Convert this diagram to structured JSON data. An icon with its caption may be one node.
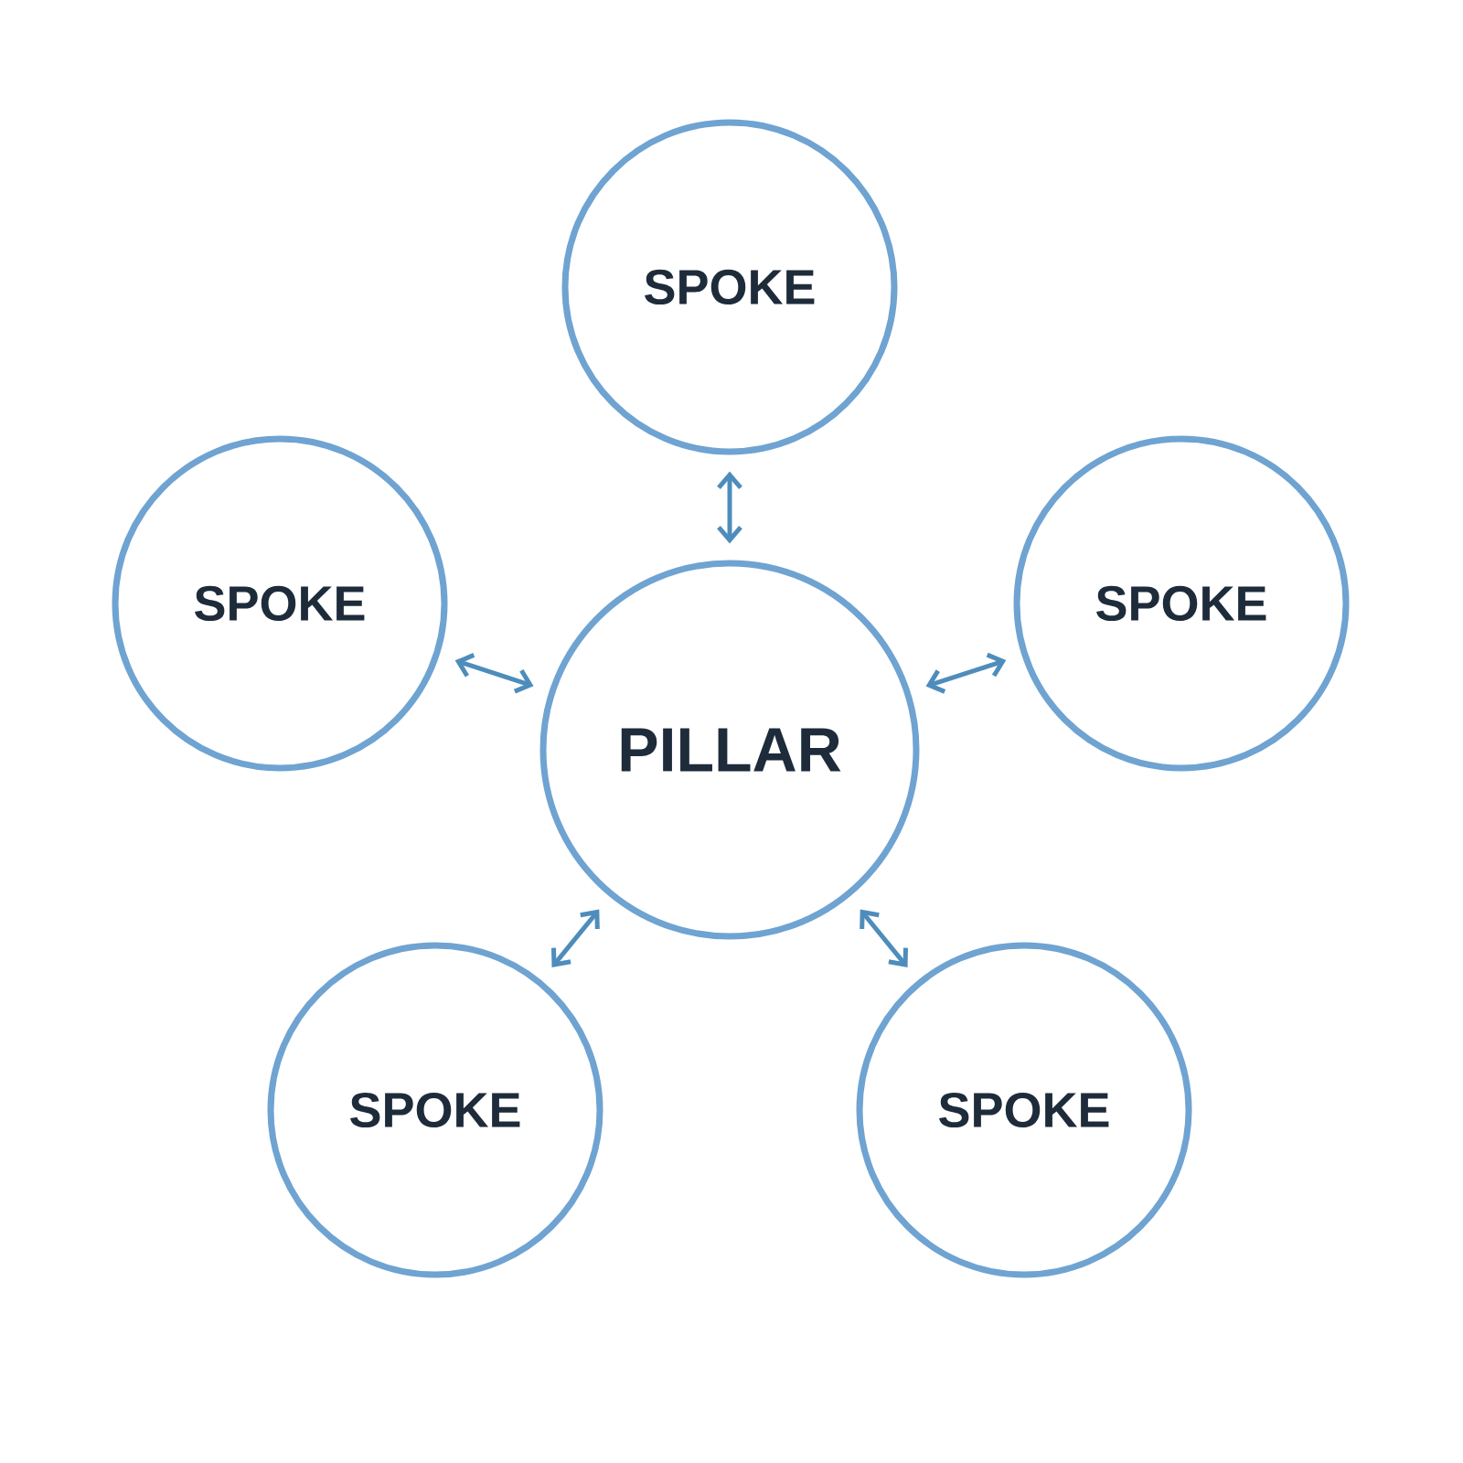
{
  "diagram": {
    "nodes": [
      {
        "text": [
          "SPOKE"
        ]
      },
      {
        "text": [
          "SPOKE"
        ]
      },
      {
        "text": [
          "PILLAR"
        ]
      },
      {
        "text": [
          "SPOKE"
        ]
      },
      {
        "text": [
          "SPOKE"
        ]
      },
      {
        "text": [
          "SPOKE"
        ]
      }
    ],
    "edges": [
      {
        "from": 2,
        "to": 0,
        "arrow": "both"
      },
      {
        "from": 2,
        "to": 1,
        "arrow": "both"
      },
      {
        "from": 2,
        "to": 3,
        "arrow": "both"
      },
      {
        "from": 2,
        "to": 4,
        "arrow": "both"
      },
      {
        "from": 2,
        "to": 5,
        "arrow": "both"
      }
    ]
  }
}
